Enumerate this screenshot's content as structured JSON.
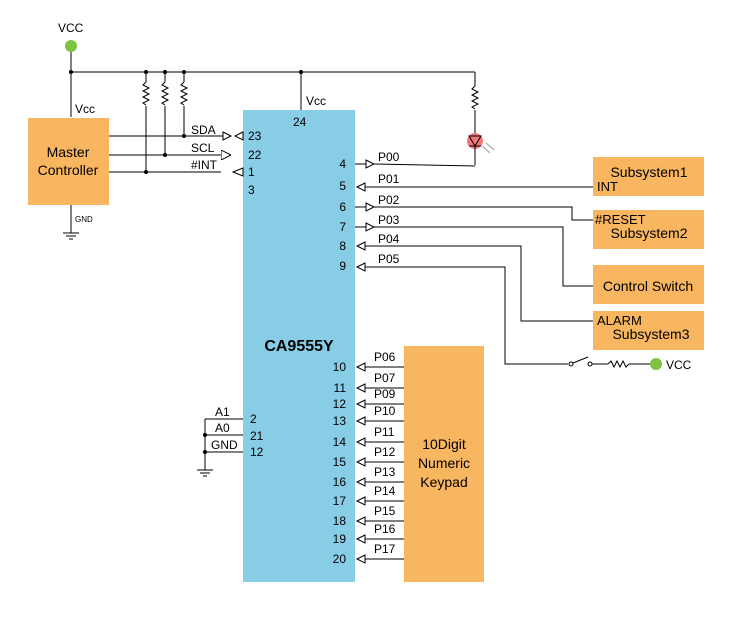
{
  "vcc_top_label": "VCC",
  "vcc_bottom_label": "VCC",
  "colors": {
    "chip": "#87cde5",
    "block": "#f9b661",
    "vcc_dot": "#7dc241",
    "led": "#f06060"
  },
  "master": {
    "title_line1": "Master",
    "title_line2": "Controller",
    "vcc": "Vcc",
    "gnd": "GND"
  },
  "chip": {
    "name": "CA9555Y",
    "vcc_label": "Vcc",
    "vcc_pin": "24"
  },
  "bus": [
    {
      "name": "SDA",
      "pin": "23"
    },
    {
      "name": "SCL",
      "pin": "22"
    },
    {
      "name": "#INT",
      "pin": "1"
    },
    {
      "name": "",
      "pin": "3"
    }
  ],
  "addr": [
    {
      "name": "A1",
      "pin": "2"
    },
    {
      "name": "A0",
      "pin": "21"
    },
    {
      "name": "GND",
      "pin": "12"
    }
  ],
  "port0": [
    {
      "pin": "4",
      "name": "P00"
    },
    {
      "pin": "5",
      "name": "P01"
    },
    {
      "pin": "6",
      "name": "P02"
    },
    {
      "pin": "7",
      "name": "P03"
    },
    {
      "pin": "8",
      "name": "P04"
    },
    {
      "pin": "9",
      "name": "P05"
    }
  ],
  "port1": [
    {
      "pin": "10",
      "name": "P06"
    },
    {
      "pin": "11",
      "name": "P07"
    },
    {
      "pin": "12",
      "name": "P09"
    },
    {
      "pin": "13",
      "name": "P10"
    },
    {
      "pin": "14",
      "name": "P11"
    },
    {
      "pin": "15",
      "name": "P12"
    },
    {
      "pin": "16",
      "name": "P13"
    },
    {
      "pin": "17",
      "name": "P14"
    },
    {
      "pin": "18",
      "name": "P15"
    },
    {
      "pin": "19",
      "name": "P16"
    },
    {
      "pin": "20",
      "name": "P17"
    }
  ],
  "subsystems": {
    "sub1_title": "Subsystem1",
    "sub1_sig": "INT",
    "sub2_title": "Subsystem2",
    "sub2_sig": "#RESET",
    "control": "Control Switch",
    "sub3_title": "Subsystem3",
    "sub3_sig": "ALARM"
  },
  "keypad": {
    "line1": "10Digit",
    "line2": "Numeric",
    "line3": "Keypad"
  }
}
